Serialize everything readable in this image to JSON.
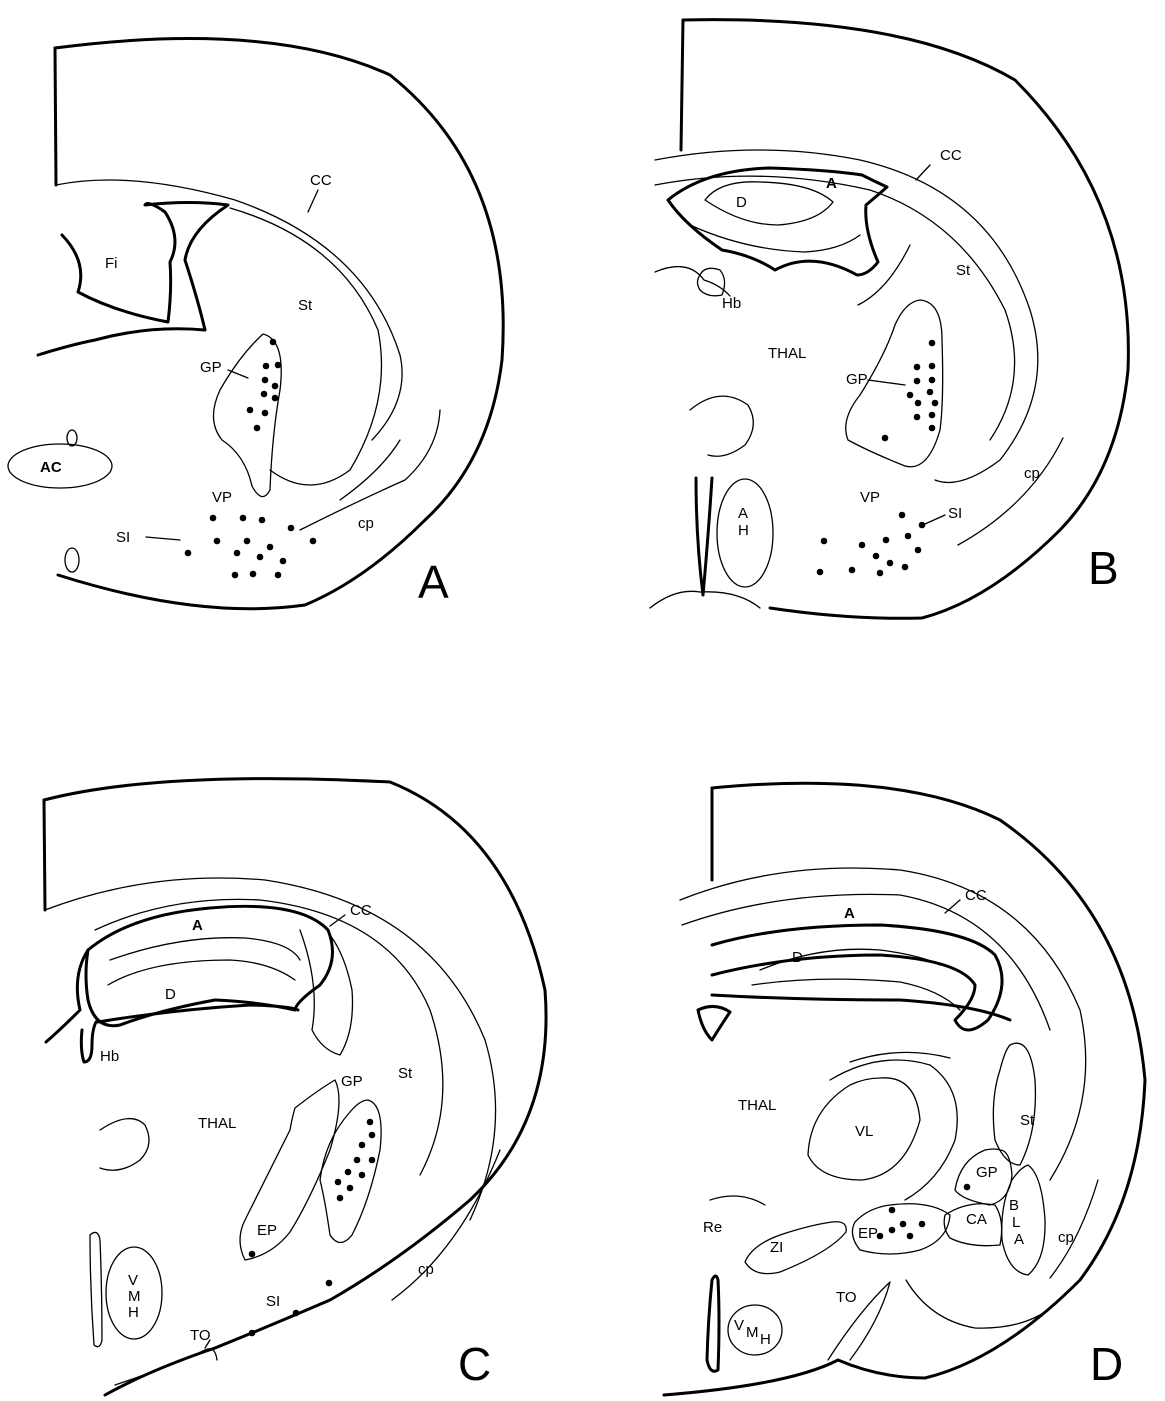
{
  "panels": [
    {
      "id": "A",
      "panel_label": "A",
      "labels": {
        "cc": "CC",
        "fi": "Fi",
        "st": "St",
        "gp": "GP",
        "ac": "AC",
        "vp": "VP",
        "si": "SI",
        "cp": "cp"
      }
    },
    {
      "id": "B",
      "panel_label": "B",
      "labels": {
        "cc": "CC",
        "a": "A",
        "d": "D",
        "st": "St",
        "hb": "Hb",
        "thal": "THAL",
        "gp": "GP",
        "ah1": "A",
        "ah2": "H",
        "vp": "VP",
        "si": "SI",
        "cp": "cp"
      }
    },
    {
      "id": "C",
      "panel_label": "C",
      "labels": {
        "cc": "CC",
        "a": "A",
        "d": "D",
        "hb": "Hb",
        "gp": "GP",
        "st": "St",
        "thal": "THAL",
        "ep": "EP",
        "cp": "cp",
        "si": "SI",
        "vmh1": "V",
        "vmh2": "M",
        "vmh3": "H",
        "to": "TO"
      }
    },
    {
      "id": "D",
      "panel_label": "D",
      "labels": {
        "cc": "CC",
        "a": "A",
        "d": "D",
        "thal": "THAL",
        "vl": "VL",
        "st": "St",
        "gp": "GP",
        "ca": "CA",
        "bla1": "B",
        "bla2": "L",
        "bla3": "A",
        "cp": "cp",
        "re": "Re",
        "zi": "ZI",
        "ep": "EP",
        "to": "TO",
        "vmh1": "V",
        "vmh2": "M",
        "vmh3": "H"
      }
    }
  ]
}
